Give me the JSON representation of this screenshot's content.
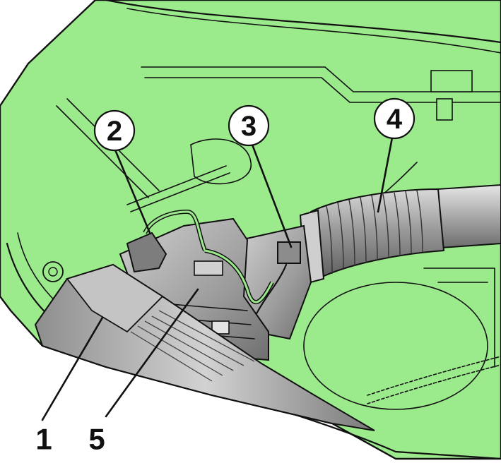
{
  "colors": {
    "engine_bay": "#9bea8c",
    "outline": "#111111",
    "part_gray": "#b9b9b9",
    "part_dark": "#7d7d7d",
    "part_light": "#e2e2e2",
    "background": "#ffffff"
  },
  "callouts": [
    {
      "id": "c2",
      "label": "2"
    },
    {
      "id": "c3",
      "label": "3"
    },
    {
      "id": "c4",
      "label": "4"
    }
  ],
  "labels": [
    {
      "id": "l1",
      "label": "1"
    },
    {
      "id": "l5",
      "label": "5"
    }
  ]
}
